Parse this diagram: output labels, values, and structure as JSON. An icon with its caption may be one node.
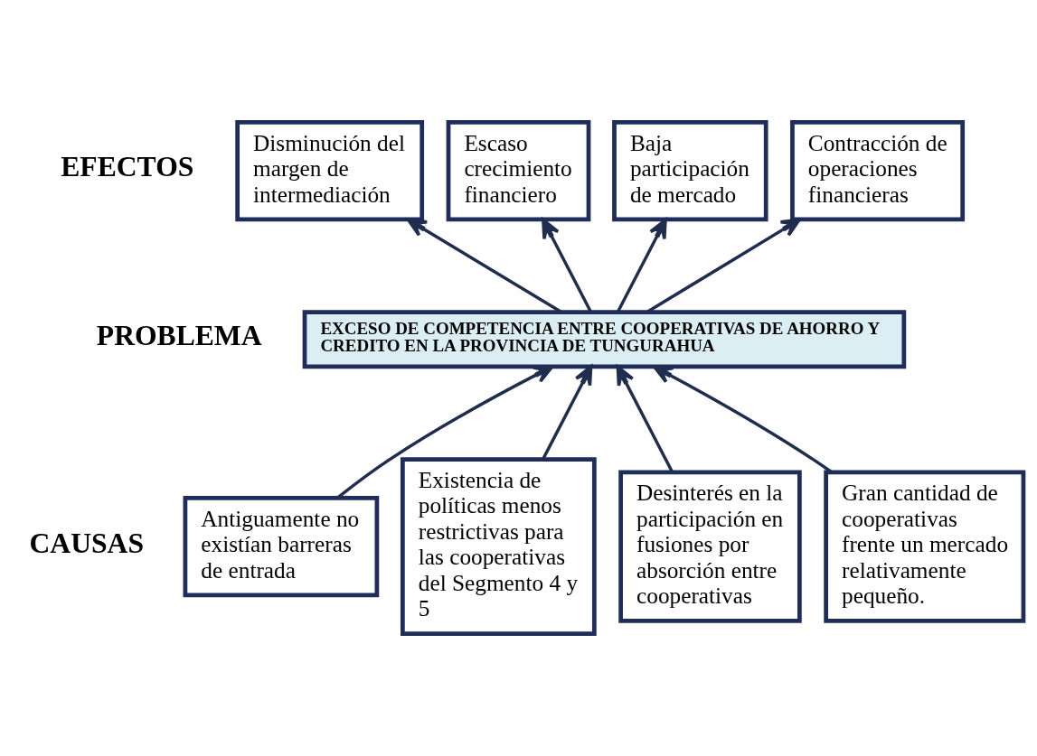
{
  "diagram": {
    "nodes": [
      {
        "text": [
          "Disminución del margen de intermediación"
        ]
      },
      {
        "text": [
          "Escaso crecimiento financiero"
        ]
      },
      {
        "text": [
          "Baja participación de mercado"
        ]
      },
      {
        "text": [
          "Contracción de operaciones financieras"
        ]
      },
      {
        "text": [
          "EXCESO DE COMPETENCIA ENTRE COOPERATIVAS DE AHORRO Y CREDITO EN LA PROVINCIA DE TUNGURAHUA"
        ]
      },
      {
        "text": [
          "Antiguamente no existían barreras de entrada"
        ]
      },
      {
        "text": [
          "Existencia de políticas menos restrictivas para las cooperativas del Segmento 4 y 5"
        ]
      },
      {
        "text": [
          "Desinterés en la participación en fusiones por absorción entre cooperativas"
        ]
      },
      {
        "text": [
          "Gran cantidad de cooperativas frente un mercado relativamente pequeño."
        ]
      }
    ],
    "edges": [
      {
        "from": 4,
        "to": 0,
        "arrow": "to"
      },
      {
        "from": 4,
        "to": 1,
        "arrow": "to"
      },
      {
        "from": 4,
        "to": 2,
        "arrow": "to"
      },
      {
        "from": 4,
        "to": 3,
        "arrow": "to"
      },
      {
        "from": 5,
        "to": 4,
        "arrow": "to"
      },
      {
        "from": 6,
        "to": 4,
        "arrow": "to"
      },
      {
        "from": 7,
        "to": 4,
        "arrow": "to"
      },
      {
        "from": 8,
        "to": 4,
        "arrow": "to"
      }
    ],
    "labels": [
      "EFECTOS",
      "PROBLEMA",
      "CAUSAS"
    ]
  }
}
